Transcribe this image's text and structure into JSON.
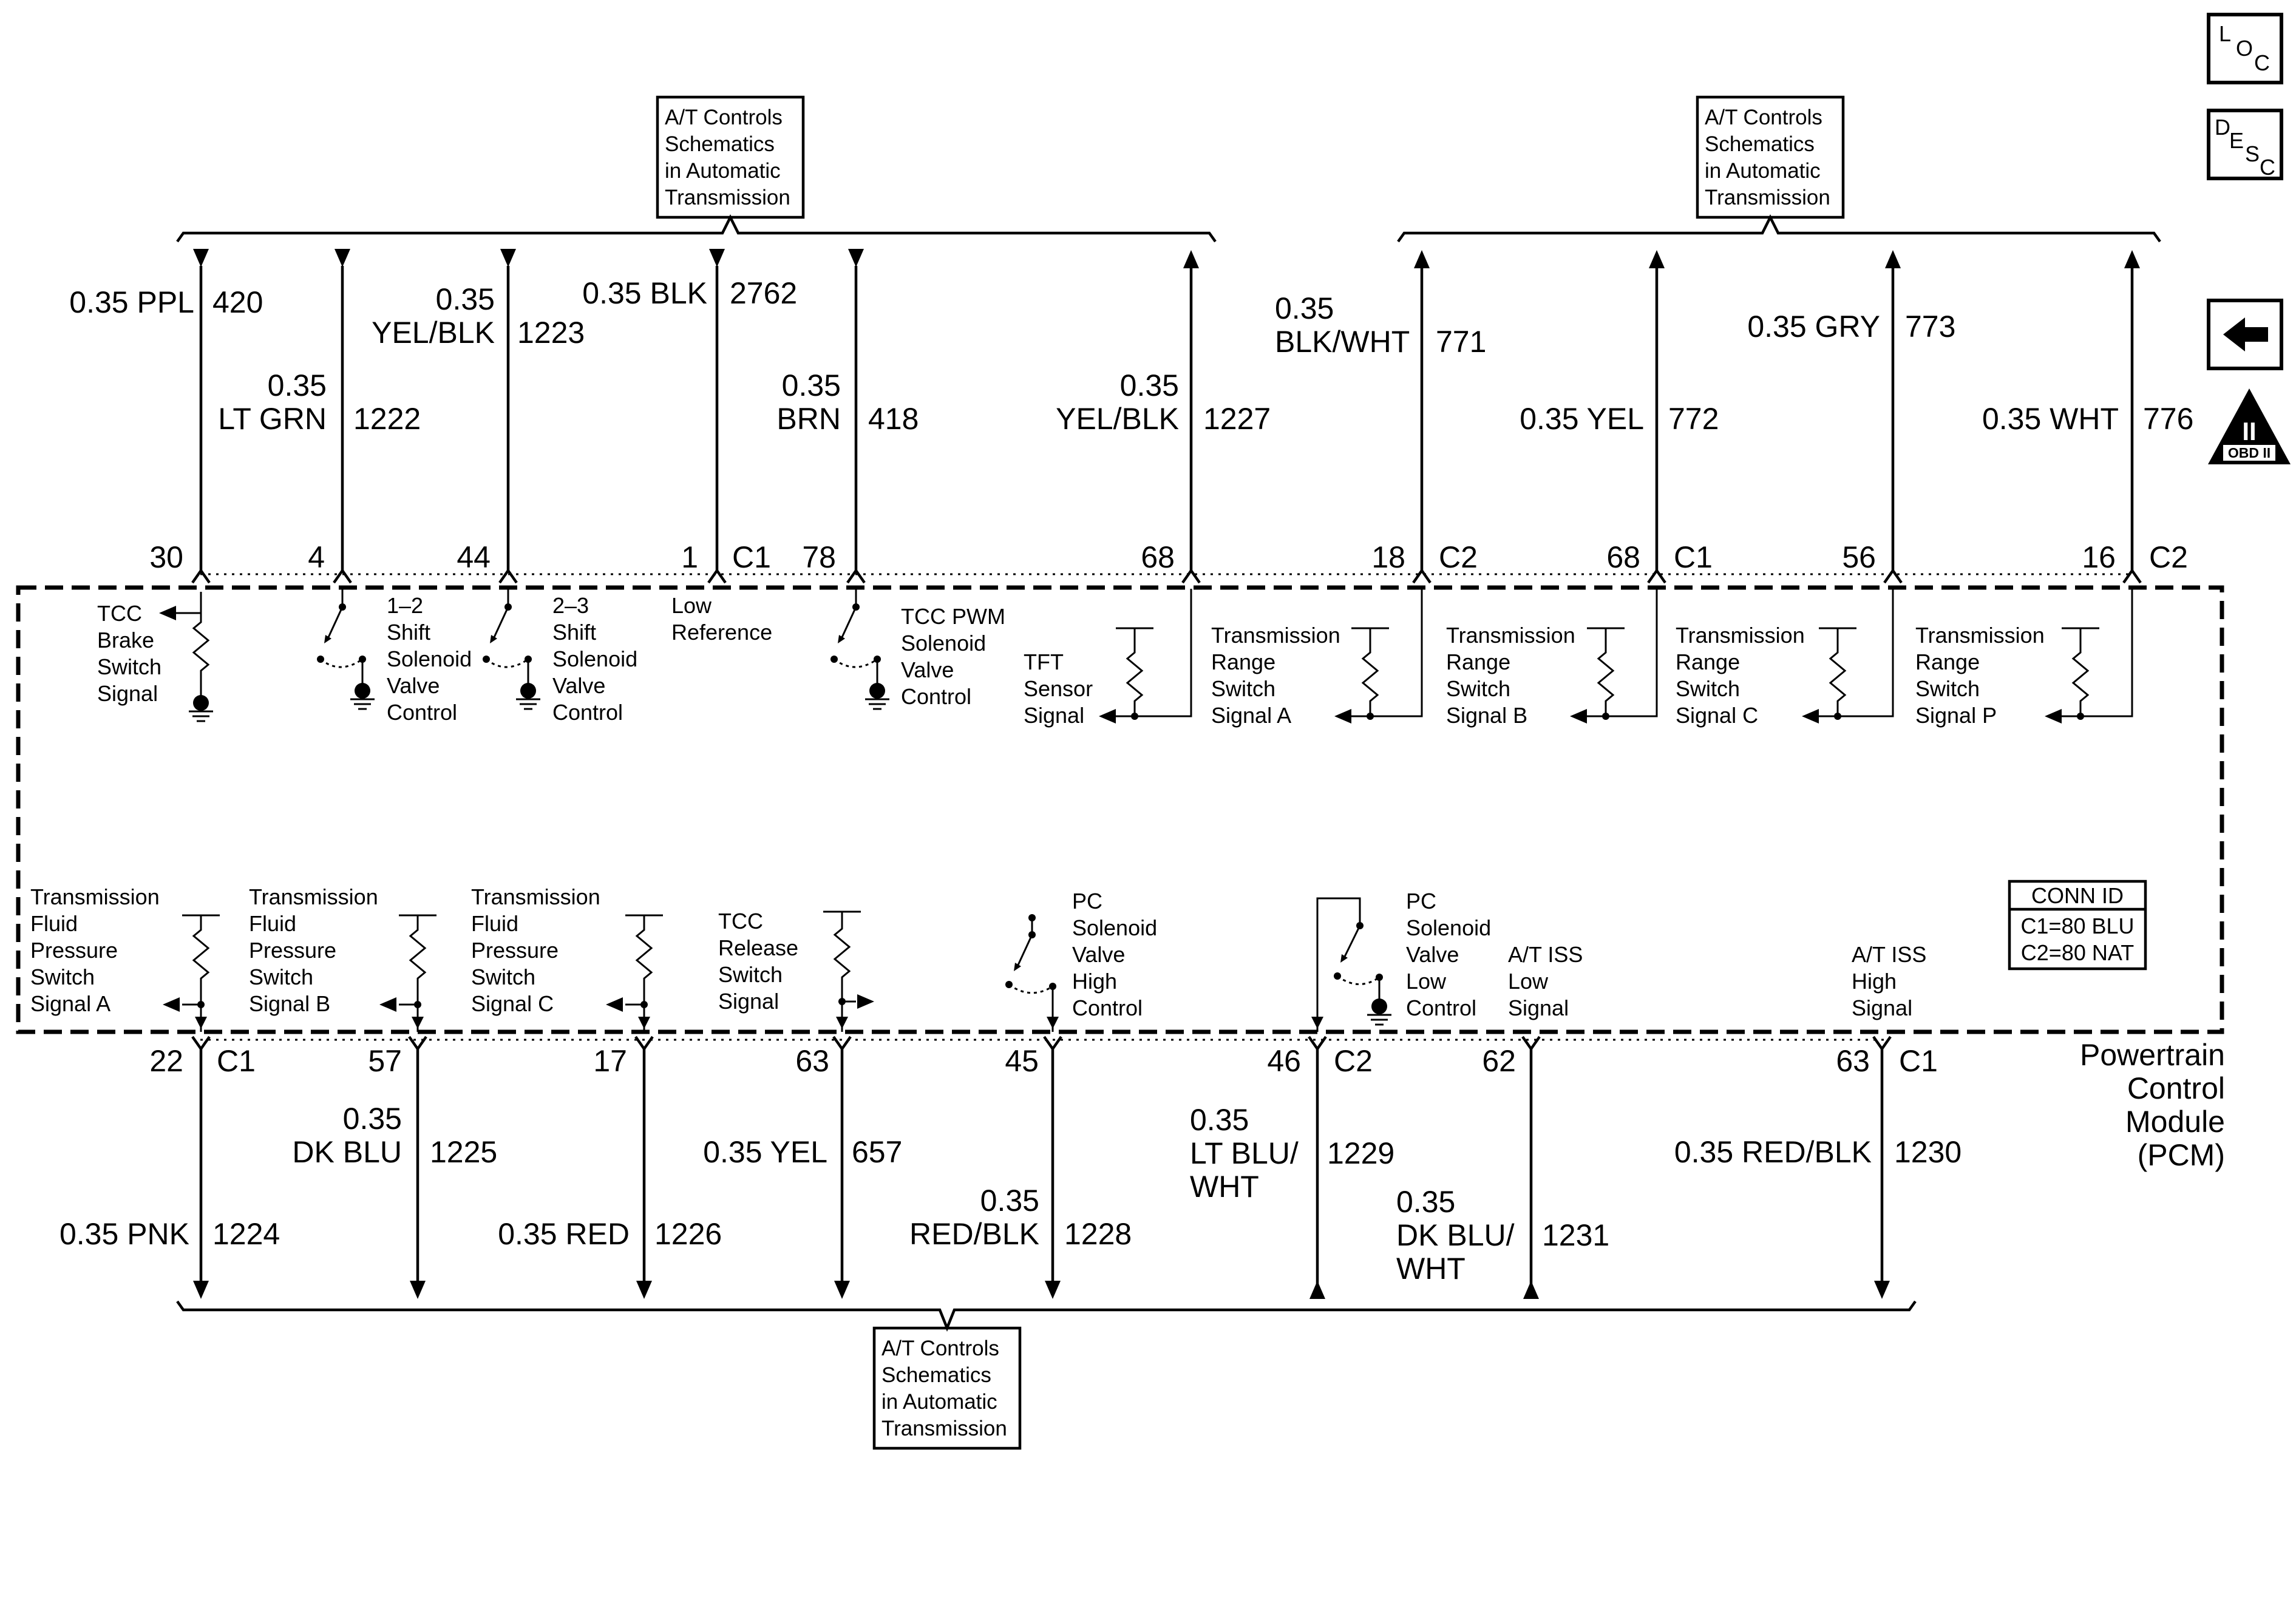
{
  "reference_boxes": [
    {
      "lines": [
        "A/T Controls",
        "Schematics",
        "in Automatic",
        "Transmission"
      ]
    },
    {
      "lines": [
        "A/T Controls",
        "Schematics",
        "in Automatic",
        "Transmission"
      ]
    },
    {
      "lines": [
        "A/T Controls",
        "Schematics",
        "in Automatic",
        "Transmission"
      ]
    }
  ],
  "nav_icons": {
    "loc": {
      "l": "L",
      "o": "O",
      "c": "C"
    },
    "desc": {
      "d": "D",
      "e": "E",
      "s": "S",
      "c": "C"
    },
    "obd": {
      "numeral": "II",
      "label": "OBD II"
    }
  },
  "module": {
    "lines": [
      "Powertrain",
      "Control",
      "Module",
      "(PCM)"
    ],
    "conn_id": {
      "title": "CONN ID",
      "c1": "C1=80 BLU",
      "c2": "C2=80 NAT"
    }
  },
  "top_wires": [
    {
      "pin": "30",
      "conn": "",
      "lines": [
        "0.35 PPL"
      ],
      "circuit": "420",
      "internal": [
        "TCC",
        "Brake",
        "Switch",
        "Signal"
      ]
    },
    {
      "pin": "4",
      "conn": "",
      "lines": [
        "0.35",
        "LT GRN"
      ],
      "circuit": "1222",
      "internal": [
        "1–2",
        "Shift",
        "Solenoid",
        "Valve",
        "Control"
      ]
    },
    {
      "pin": "44",
      "conn": "",
      "lines": [
        "0.35",
        "YEL/BLK"
      ],
      "circuit": "1223",
      "internal": [
        "2–3",
        "Shift",
        "Solenoid",
        "Valve",
        "Control"
      ]
    },
    {
      "pin": "1",
      "conn": "C1",
      "lines": [
        "0.35 BLK"
      ],
      "circuit": "2762",
      "internal": [
        "Low",
        "Reference"
      ]
    },
    {
      "pin": "78",
      "conn": "",
      "lines": [
        "0.35",
        "BRN"
      ],
      "circuit": "418",
      "internal": [
        "TCC PWM",
        "Solenoid",
        "Valve",
        "Control"
      ]
    },
    {
      "pin": "68",
      "conn": "",
      "lines": [
        "0.35",
        "YEL/BLK"
      ],
      "circuit": "1227",
      "internal": [
        "TFT",
        "Sensor",
        "Signal"
      ]
    },
    {
      "pin": "18",
      "conn": "C2",
      "lines": [
        "0.35",
        "BLK/WHT"
      ],
      "circuit": "771",
      "internal": [
        "Transmission",
        "Range",
        "Switch",
        "Signal A"
      ]
    },
    {
      "pin": "68",
      "conn": "C1",
      "lines": [
        "0.35 YEL"
      ],
      "circuit": "772",
      "internal": [
        "Transmission",
        "Range",
        "Switch",
        "Signal B"
      ]
    },
    {
      "pin": "56",
      "conn": "",
      "lines": [
        "0.35 GRY"
      ],
      "circuit": "773",
      "internal": [
        "Transmission",
        "Range",
        "Switch",
        "Signal C"
      ]
    },
    {
      "pin": "16",
      "conn": "C2",
      "lines": [
        "0.35 WHT"
      ],
      "circuit": "776",
      "internal": [
        "Transmission",
        "Range",
        "Switch",
        "Signal P"
      ]
    }
  ],
  "bottom_wires": [
    {
      "pin": "22",
      "conn": "C1",
      "lines": [
        "0.35 PNK"
      ],
      "circuit": "1224",
      "internal": [
        "Transmission",
        "Fluid",
        "Pressure",
        "Switch",
        "Signal A"
      ]
    },
    {
      "pin": "57",
      "conn": "",
      "lines": [
        "0.35",
        "DK BLU"
      ],
      "circuit": "1225",
      "internal": [
        "Transmission",
        "Fluid",
        "Pressure",
        "Switch",
        "Signal B"
      ]
    },
    {
      "pin": "17",
      "conn": "",
      "lines": [
        "0.35 RED"
      ],
      "circuit": "1226",
      "internal": [
        "Transmission",
        "Fluid",
        "Pressure",
        "Switch",
        "Signal C"
      ]
    },
    {
      "pin": "63",
      "conn": "",
      "lines": [
        "0.35 YEL"
      ],
      "circuit": "657",
      "internal": [
        "TCC",
        "Release",
        "Switch",
        "Signal"
      ]
    },
    {
      "pin": "45",
      "conn": "",
      "lines": [
        "0.35",
        "RED/BLK"
      ],
      "circuit": "1228",
      "internal": [
        "PC",
        "Solenoid",
        "Valve",
        "High",
        "Control"
      ]
    },
    {
      "pin": "46",
      "conn": "C2",
      "lines": [
        "0.35",
        "LT BLU/",
        "WHT"
      ],
      "circuit": "1229",
      "internal": [
        "PC",
        "Solenoid",
        "Valve",
        "Low",
        "Control"
      ]
    },
    {
      "pin": "62",
      "conn": "",
      "lines": [
        "0.35",
        "DK BLU/",
        "WHT"
      ],
      "circuit": "1231",
      "internal": [
        "A/T ISS",
        "Low",
        "Signal"
      ]
    },
    {
      "pin": "63",
      "conn": "C1",
      "lines": [
        "0.35 RED/BLK"
      ],
      "circuit": "1230",
      "internal": [
        "A/T ISS",
        "High",
        "Signal"
      ]
    }
  ]
}
